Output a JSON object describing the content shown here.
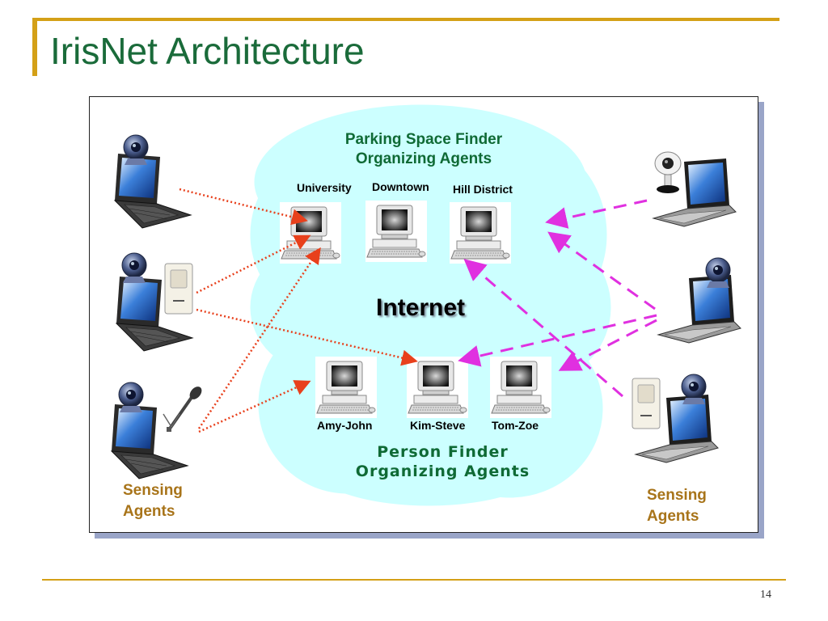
{
  "slide": {
    "title": "IrisNet Architecture",
    "page_number": "14"
  },
  "diagram": {
    "parking_finder": {
      "line1": "Parking Space Finder",
      "line2": "Organizing Agents"
    },
    "parking_nodes": [
      "University",
      "Downtown",
      "Hill District"
    ],
    "center_label": "Internet",
    "person_nodes": [
      "Amy-John",
      "Kim-Steve",
      "Tom-Zoe"
    ],
    "person_finder": {
      "line1": "Person Finder",
      "line2": "Organizing Agents"
    },
    "sensing_left": {
      "line1": "Sensing",
      "line2": "Agents"
    },
    "sensing_right": {
      "line1": "Sensing",
      "line2": "Agents"
    }
  },
  "colors": {
    "title": "#1a6b3a",
    "accent": "#d4a017",
    "cloud": "#ccffff",
    "left_links": "#e8401c",
    "right_links": "#e030e0",
    "sensing_text": "#a8741a"
  },
  "icons": {
    "sensing_left": [
      "laptop-webcam-icon",
      "laptop-webcam-motion-sensor-icon",
      "laptop-webcam-microphone-icon"
    ],
    "sensing_right": [
      "laptop-webcam-icon",
      "laptop-webcam-icon",
      "laptop-motion-sensor-webcam-icon"
    ],
    "organizing": "desktop-computer-icon"
  }
}
